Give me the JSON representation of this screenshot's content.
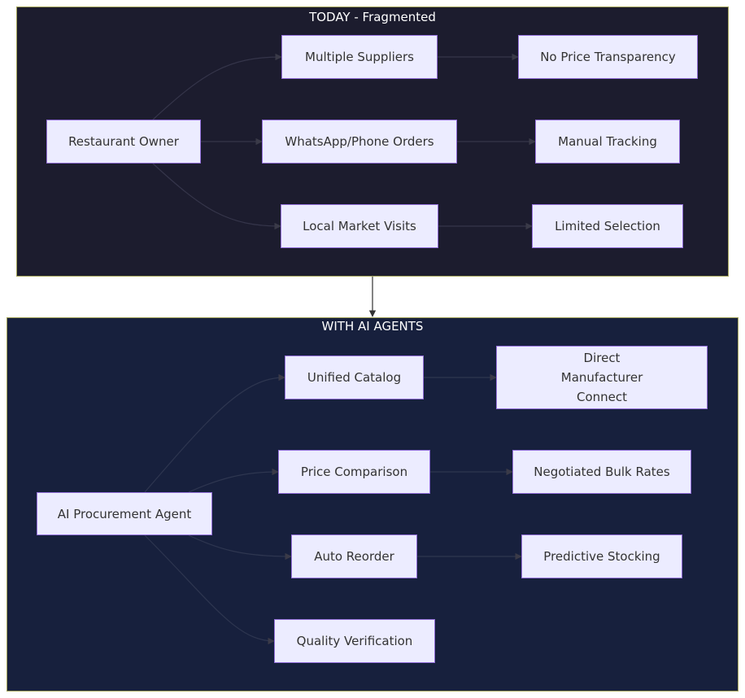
{
  "subgraphs": {
    "today": {
      "title": "TODAY - Fragmented Procurement"
    },
    "ai": {
      "title": "WITH AI AGENTS"
    }
  },
  "nodes": {
    "restaurant_owner": "Restaurant Owner",
    "multiple_suppliers": "Multiple Suppliers",
    "whatsapp_orders": "WhatsApp/Phone Orders",
    "local_market": "Local Market Visits",
    "no_price_transparency": "No Price Transparency",
    "manual_tracking": "Manual Tracking",
    "limited_selection": "Limited Selection",
    "ai_agent": "AI Procurement Agent",
    "unified_catalog": "Unified Catalog",
    "price_comparison": "Price Comparison",
    "auto_reorder": "Auto Reorder",
    "quality_verification": "Quality Verification",
    "direct_manufacturer": "Direct Manufacturer Connect",
    "negotiated_rates": "Negotiated Bulk Rates",
    "predictive_stocking": "Predictive Stocking"
  },
  "colors": {
    "today_background": "#1c1c2e",
    "ai_background": "#17203d",
    "node_fill": "#ececff",
    "node_border": "#9370db",
    "cluster_border": "#a3a35a"
  }
}
